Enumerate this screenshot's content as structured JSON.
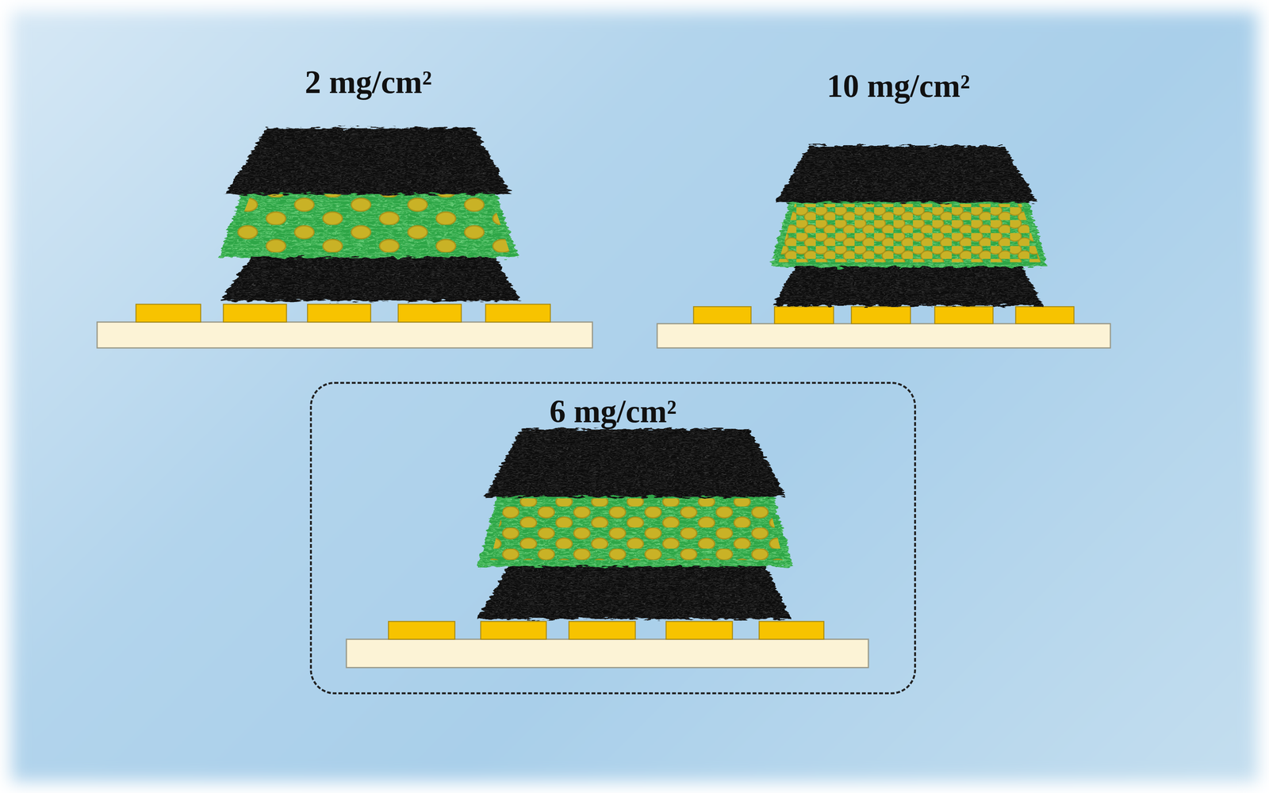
{
  "diagram": {
    "nodes": [
      {
        "text": [
          "6 mg/cm²"
        ]
      }
    ],
    "labels": [
      "2 mg/cm²",
      "10 mg/cm²"
    ]
  }
}
